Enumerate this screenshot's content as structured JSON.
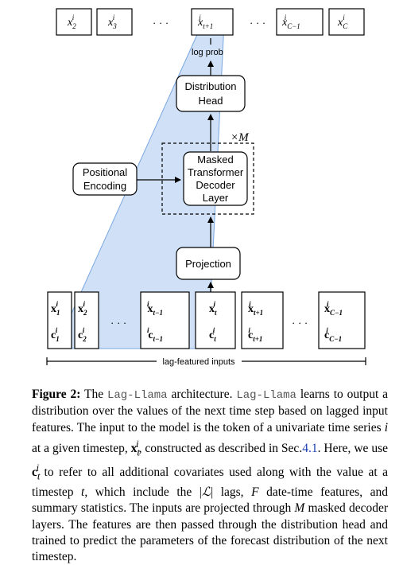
{
  "top_tokens": [
    {
      "base": "x",
      "sub": "2",
      "sup": "i"
    },
    {
      "base": "x",
      "sub": "3",
      "sup": "i"
    },
    {
      "base": "x",
      "sub": "t+1",
      "sup": "i"
    },
    {
      "base": "x",
      "sub": "C−1",
      "sup": "i"
    },
    {
      "base": "x",
      "sub": "C",
      "sup": "i"
    }
  ],
  "top_ellipsis": "· · ·",
  "log_prob_label": "log prob",
  "distribution_head": [
    "Distribution",
    "Head"
  ],
  "repeat_label": "×M",
  "masked_decoder": [
    "Masked",
    "Transformer",
    "Decoder",
    "Layer"
  ],
  "positional_encoding": [
    "Positional",
    "Encoding"
  ],
  "projection_label": "Projection",
  "input_tokens": [
    {
      "x_sub": "1",
      "c_sub": "1"
    },
    {
      "x_sub": "2",
      "c_sub": "2"
    },
    {
      "x_sub": "t−1",
      "c_sub": "t−1"
    },
    {
      "x_sub": "t",
      "c_sub": "t"
    },
    {
      "x_sub": "t+1",
      "c_sub": "t+1"
    },
    {
      "x_sub": "C−1",
      "c_sub": "C−1"
    }
  ],
  "input_ellipsis": "· · ·",
  "lag_featured_label": "lag-featured inputs",
  "caption": {
    "figure_label": "Figure 2:",
    "text_1": " The ",
    "code_1": "Lag-Llama",
    "text_2": " architecture. ",
    "code_2": "Lag-Llama",
    "text_3": " learns to output a distribution over the values of the next time step based on lagged input features. The input to the model is the token of a univariate time series ",
    "var_i": "i",
    "text_4": " at a given timestep, ",
    "var_x": "x",
    "text_5": ", constructed as described in Sec.",
    "section_ref": "4.1",
    "text_6": ". Here, we use ",
    "var_c": "c",
    "text_7": " to refer to all additional covariates used along with the value at a timestep ",
    "var_t": "t",
    "text_8": ", which include the |",
    "var_L": "ℒ",
    "text_9": "| lags, ",
    "var_F": "F",
    "text_10": " date-time features, and summary statistics. The inputs are projected through ",
    "var_M": "M",
    "text_11": " masked decoder layers. The features are then passed through the distribution head and trained to predict the parameters of the forecast distribution of the next timestep."
  }
}
